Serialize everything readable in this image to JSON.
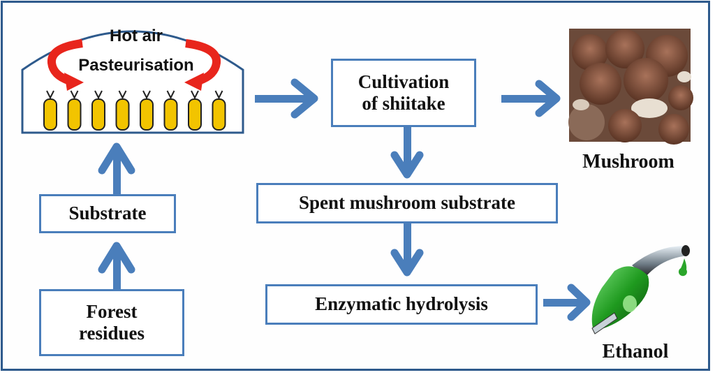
{
  "diagram": {
    "chamber": {
      "line1": "Hot air",
      "line2": "Pasteurisation",
      "bag_count": 8
    },
    "boxes": {
      "substrate": "Substrate",
      "forest_line1": "Forest",
      "forest_line2": "residues",
      "cultivation_line1": "Cultivation",
      "cultivation_line2": "of shiitake",
      "spent": "Spent mushroom substrate",
      "hydrolysis": "Enzymatic hydrolysis"
    },
    "products": {
      "mushroom": "Mushroom",
      "ethanol": "Ethanol"
    },
    "colors": {
      "arrow": "#4a7ebb",
      "frame": "#2e5a8c",
      "recirculation": "#e8251c",
      "bag": "#f2c400",
      "fuel": "#1f9a1f"
    }
  }
}
